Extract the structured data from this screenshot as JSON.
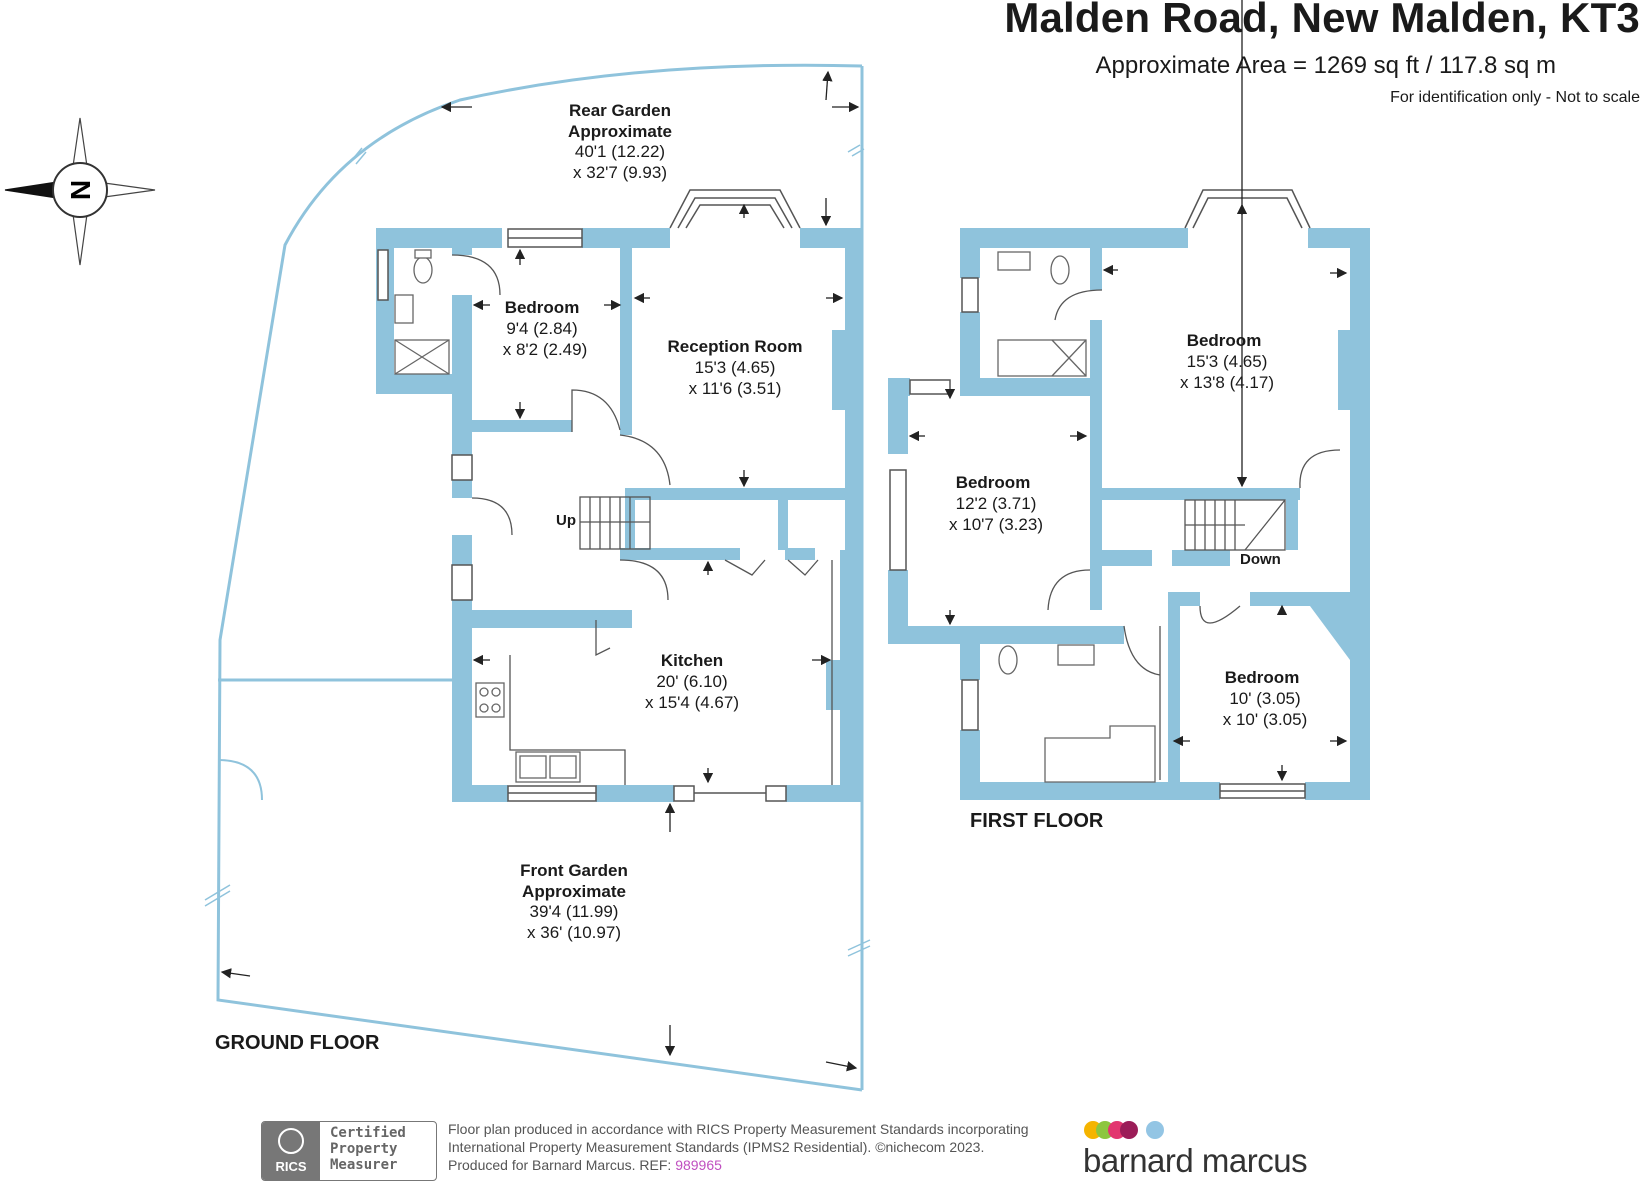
{
  "header": {
    "title": "Malden Road, New Malden, KT3",
    "area": "Approximate Area = 1269 sq ft / 117.8 sq m",
    "note": "For identification only - Not to scale"
  },
  "compass": {
    "label": "N",
    "icon": "north-compass-icon"
  },
  "ground_floor": {
    "label": "GROUND FLOOR",
    "stairs_label": "Up",
    "rooms": [
      {
        "name": "Rear Garden",
        "sub": "Approximate",
        "dim1": "40'1 (12.22)",
        "dim2": "x 32'7 (9.93)"
      },
      {
        "name": "Bedroom",
        "sub": "",
        "dim1": "9'4 (2.84)",
        "dim2": "x 8'2 (2.49)"
      },
      {
        "name": "Reception Room",
        "sub": "",
        "dim1": "15'3 (4.65)",
        "dim2": "x 11'6 (3.51)"
      },
      {
        "name": "Kitchen",
        "sub": "",
        "dim1": "20' (6.10)",
        "dim2": "x 15'4 (4.67)"
      },
      {
        "name": "Front Garden",
        "sub": "Approximate",
        "dim1": "39'4 (11.99)",
        "dim2": "x 36' (10.97)"
      }
    ]
  },
  "first_floor": {
    "label": "FIRST FLOOR",
    "stairs_label": "Down",
    "rooms": [
      {
        "name": "Bedroom",
        "dim1": "15'3 (4.65)",
        "dim2": "x 13'8 (4.17)"
      },
      {
        "name": "Bedroom",
        "dim1": "12'2 (3.71)",
        "dim2": "x 10'7 (3.23)"
      },
      {
        "name": "Bedroom",
        "dim1": "10' (3.05)",
        "dim2": "x 10' (3.05)"
      }
    ]
  },
  "footer": {
    "line1": "Floor plan produced in accordance with RICS Property Measurement Standards incorporating",
    "line2": "International Property Measurement Standards (IPMS2 Residential).  ©nichecom 2023.",
    "line3_prefix": "Produced for Barnard Marcus.    REF:",
    "ref": "989965",
    "rics": {
      "word": "RICS",
      "line1": "Certified",
      "line2": "Property",
      "line3": "Measurer"
    },
    "brand": "barnard marcus"
  },
  "colors": {
    "wall": "#8fc3dc",
    "garden_line": "#8fc3dc",
    "text": "#1a1a1a",
    "ref": "#c04fc0",
    "dots": [
      "#f5b400",
      "#8cc63f",
      "#e2366f",
      "#9b1d58",
      "#93c5e4"
    ]
  }
}
